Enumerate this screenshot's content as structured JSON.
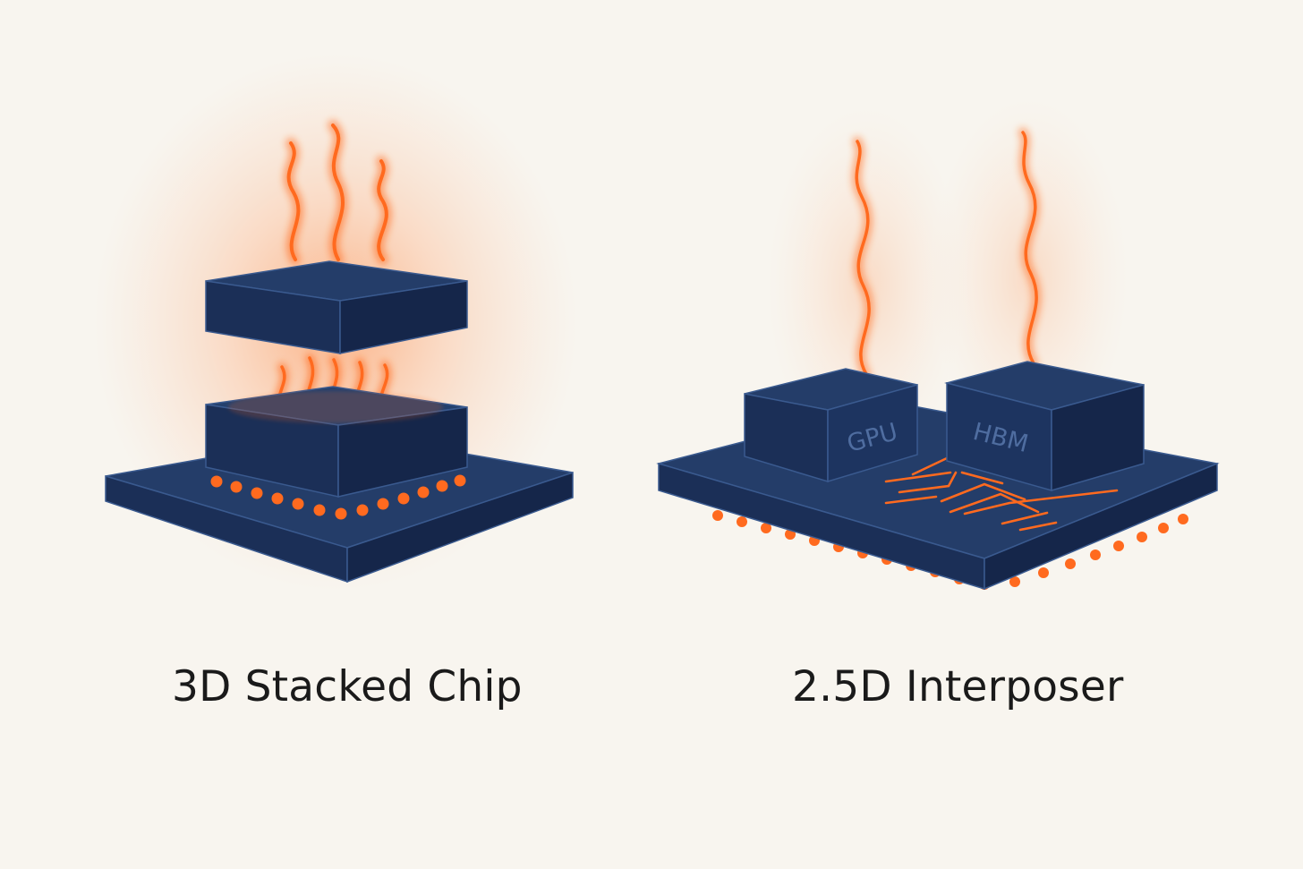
{
  "colors": {
    "background": "#f8f5ef",
    "chip_top": "#243d69",
    "chip_front": "#1b2f57",
    "chip_side": "#15264a",
    "edge": "#3a5a8f",
    "heat": "#ff6a1f",
    "label_on_chip": "#4f6da0"
  },
  "stacked": {
    "caption": "3D Stacked Chip"
  },
  "interposer": {
    "caption": "2.5D Interposer",
    "gpu_label": "GPU",
    "hbm_label": "HBM"
  }
}
